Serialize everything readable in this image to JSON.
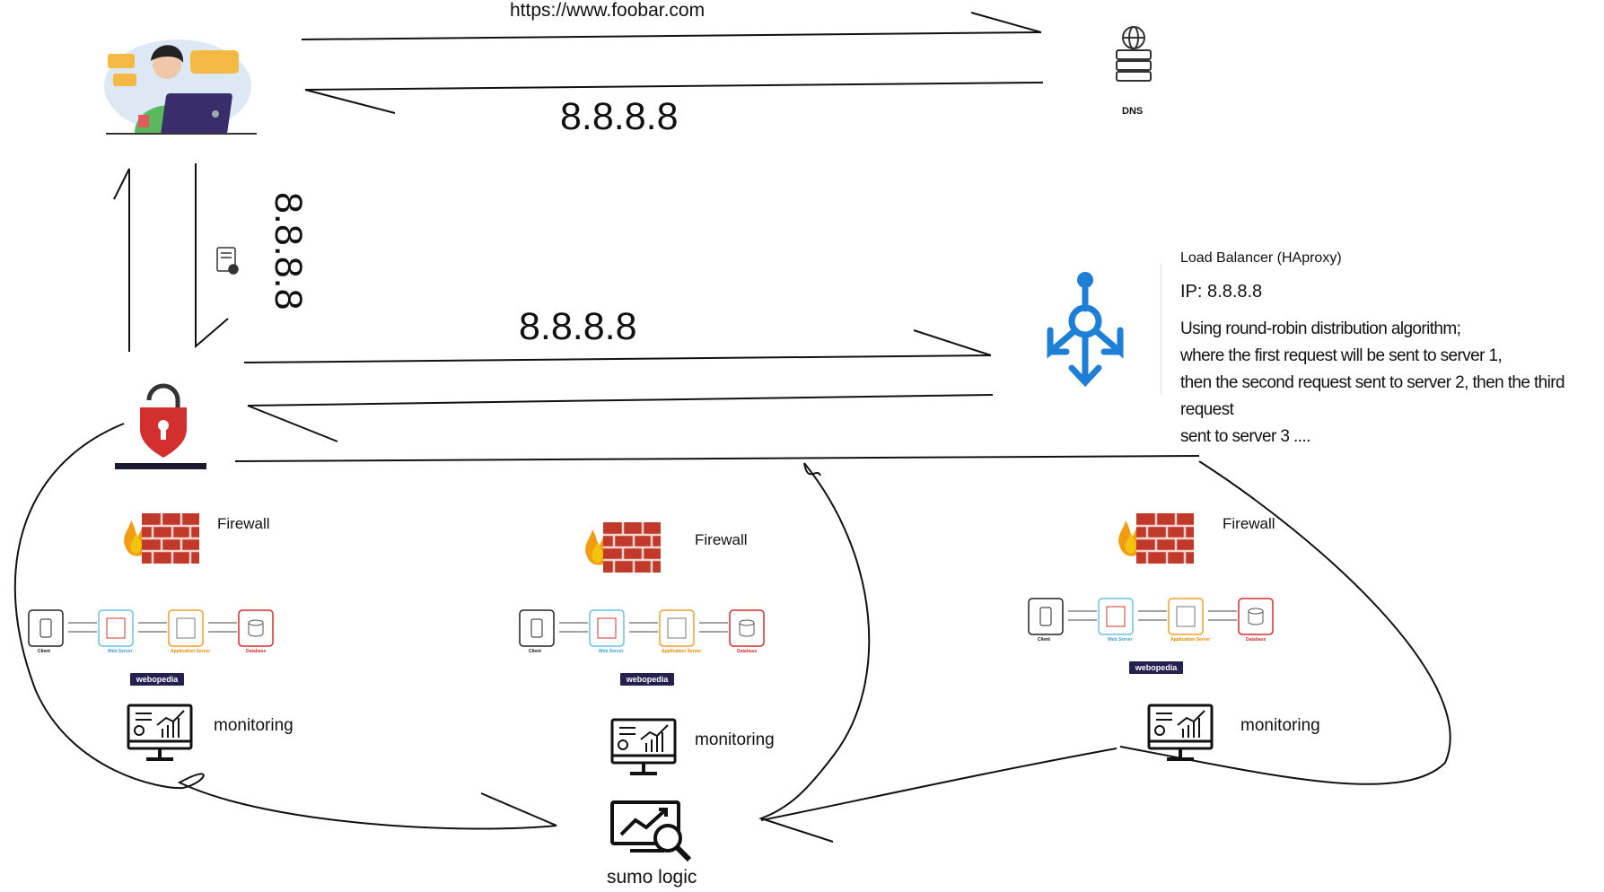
{
  "request_url": "https://www.foobar.com",
  "dns_response_ip": "8.8.8.8",
  "dns": {
    "label": "DNS"
  },
  "https_ip_vertical": "8.8.8.8",
  "lb_request_ip": "8.8.8.8",
  "load_balancer": {
    "title": "Load Balancer (HAproxy)",
    "ip": "IP:  8.8.8.8",
    "description": [
      "Using round-robin distribution algorithm;",
      "where the first request will be sent to server 1,",
      "then the second request sent to server 2, then the third request",
      "sent to server 3 ...."
    ]
  },
  "servers": [
    {
      "firewall_label": "Firewall",
      "monitoring_label": "monitoring",
      "badge": "webopedia"
    },
    {
      "firewall_label": "Firewall",
      "monitoring_label": "monitoring",
      "badge": "webopedia"
    },
    {
      "firewall_label": "Firewall",
      "monitoring_label": "monitoring",
      "badge": "webopedia"
    }
  ],
  "stack_labels": [
    "Client",
    "Web Server",
    "Application Server",
    "Database"
  ],
  "sumo": {
    "label": "sumo logic"
  },
  "colors": {
    "lb_blue": "#1e7fd6",
    "firewall_red": "#c0392b",
    "lock_red": "#d32f2f",
    "badge_navy": "#24204f",
    "ink": "#111111"
  }
}
